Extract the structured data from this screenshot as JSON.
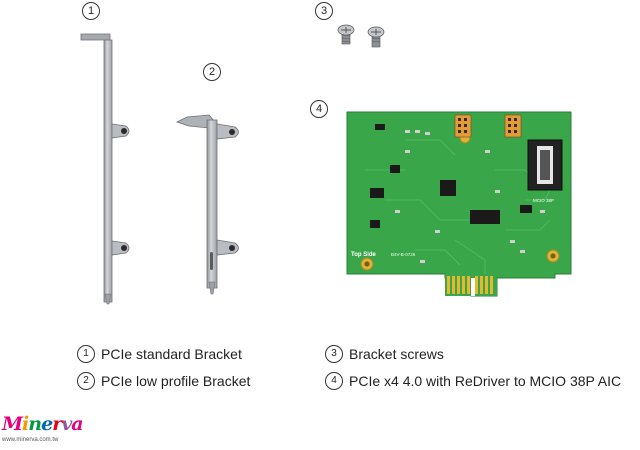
{
  "callouts": {
    "c1": "1",
    "c2": "2",
    "c3": "3",
    "c4": "4"
  },
  "board": {
    "silk_top_side": "Top Side",
    "silk_connector": "MCIO 38P",
    "silk_rev": "B4V-B-0726"
  },
  "legend": [
    {
      "num": "1",
      "label": "PCIe standard Bracket"
    },
    {
      "num": "2",
      "label": "PCIe low profile Bracket"
    },
    {
      "num": "3",
      "label": "Bracket screws"
    },
    {
      "num": "4",
      "label": "PCIe x4 4.0 with ReDriver to MCIO 38P AIC"
    }
  ],
  "logo": {
    "letters": [
      "M",
      "i",
      "n",
      "e",
      "r",
      "v",
      "a"
    ],
    "colors": [
      "#e4007f",
      "#f39800",
      "#009944",
      "#0068b7",
      "#e60012",
      "#8f57a3",
      "#e4007f"
    ],
    "website": "www.minerva.com.tw"
  },
  "colors": {
    "pcb": "#3aa64a",
    "gold": "#e6b830",
    "steel": "#b9bcc0"
  }
}
